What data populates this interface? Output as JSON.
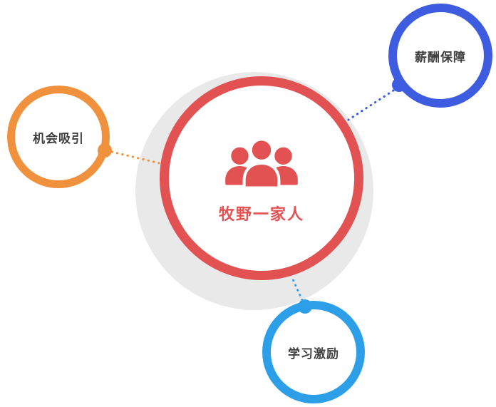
{
  "diagram": {
    "background": "#ffffff",
    "center": {
      "label": "牧野一家人",
      "ring_color": "#e25252",
      "halo_color": "#e9e9e9",
      "icon": "people-group-icon"
    },
    "satellites": [
      {
        "id": "opportunity",
        "label": "机会吸引",
        "color": "#f0923d",
        "position": "left"
      },
      {
        "id": "salary",
        "label": "薪酬保障",
        "color": "#3d5ce0",
        "position": "top-right"
      },
      {
        "id": "learning",
        "label": "学习激励",
        "color": "#2d9fe8",
        "position": "bottom"
      }
    ],
    "satellite_text_color": "#3f3f3f",
    "connector_style": "dotted"
  }
}
